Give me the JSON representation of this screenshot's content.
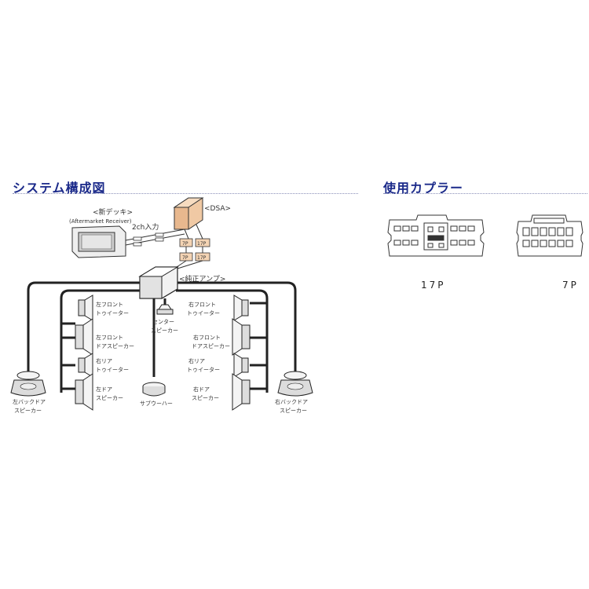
{
  "sections": {
    "system_title": "システム構成図",
    "coupler_title": "使用カプラー"
  },
  "diagram": {
    "new_deck": "<新デッキ>",
    "aftermarket": "(Aftermarket Receiver)",
    "input_2ch": "2ch入力",
    "dsa": "<DSA>",
    "pin7_a": "7P",
    "pin17_a": "17P",
    "pin7_b": "7P",
    "pin17_b": "17P",
    "amp": "<純正アンプ>",
    "left_front_tw_1": "左フロント",
    "left_front_tw_2": "トゥイーター",
    "left_front_door_1": "左フロント",
    "left_front_door_2": "ドアスピーカー",
    "right_rear_tw_left_1": "右リア",
    "right_rear_tw_left_2": "トゥイーター",
    "left_door_1": "左ドア",
    "left_door_2": "スピーカー",
    "center_1": "センター",
    "center_2": "スピーカー",
    "subwoofer": "サブウーハー",
    "right_front_tw_1": "右フロント",
    "right_front_tw_2": "トゥイーター",
    "right_front_door_1": "右フロント",
    "right_front_door_2": "ドアスピーカー",
    "right_rear_tw_1": "右リア",
    "right_rear_tw_2": "トゥイーター",
    "right_door_1": "右ドア",
    "right_door_2": "スピーカー",
    "left_back_1": "左バックドア",
    "left_back_2": "スピーカー",
    "right_back_1": "右バックドア",
    "right_back_2": "スピーカー"
  },
  "couplers": {
    "label_17p": "17P",
    "label_7p": "7P"
  }
}
